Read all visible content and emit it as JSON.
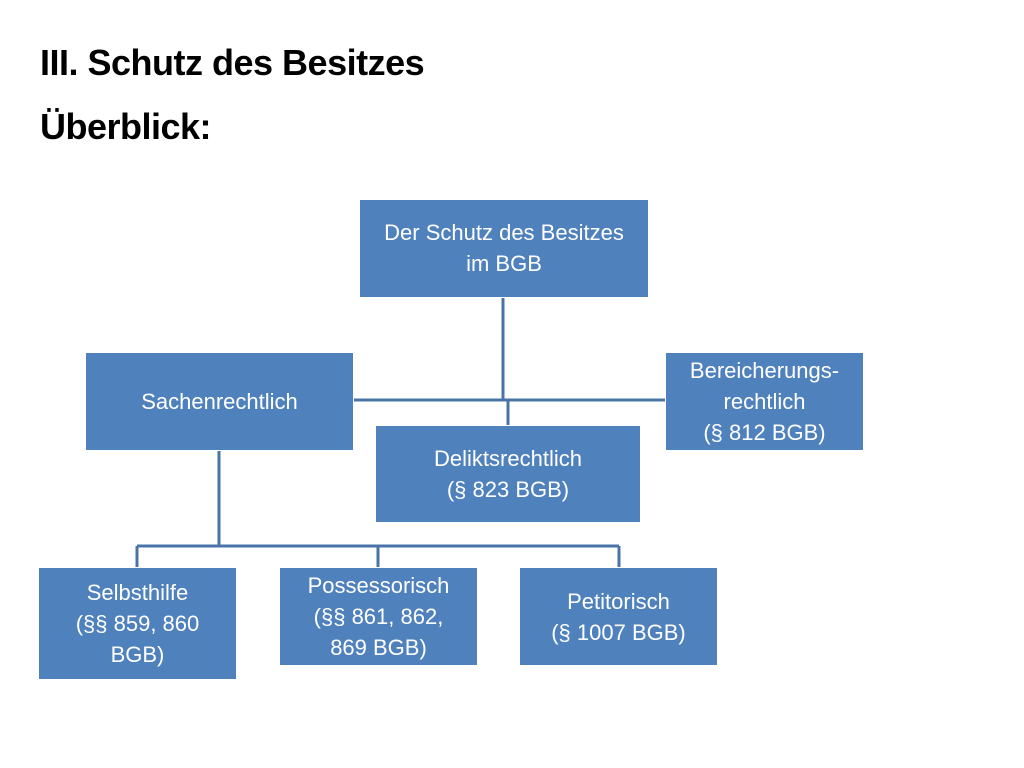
{
  "slide": {
    "title_line1": "III. Schutz des Besitzes",
    "title_line2": "Überblick:"
  },
  "diagram": {
    "root": {
      "lines": [
        "Der Schutz des Besitzes",
        "im BGB"
      ]
    },
    "sachenrechtlich": {
      "lines": [
        "Sachenrechtlich"
      ]
    },
    "deliktsrechtlich": {
      "lines": [
        "Deliktsrechtlich",
        "(§ 823 BGB)"
      ]
    },
    "bereicherungsrechtlich": {
      "lines": [
        "Bereicherungs-",
        "rechtlich",
        "(§ 812 BGB)"
      ]
    },
    "selbsthilfe": {
      "lines": [
        "Selbsthilfe",
        "(§§ 859, 860",
        "BGB)"
      ]
    },
    "possessorisch": {
      "lines": [
        "Possessorisch",
        "(§§ 861, 862,",
        "869 BGB)"
      ]
    },
    "petitorisch": {
      "lines": [
        "Petitorisch",
        "(§ 1007 BGB)"
      ]
    },
    "colors": {
      "box_fill": "#4f81bd",
      "connector": "#4a74a8",
      "text": "#ffffff"
    }
  }
}
